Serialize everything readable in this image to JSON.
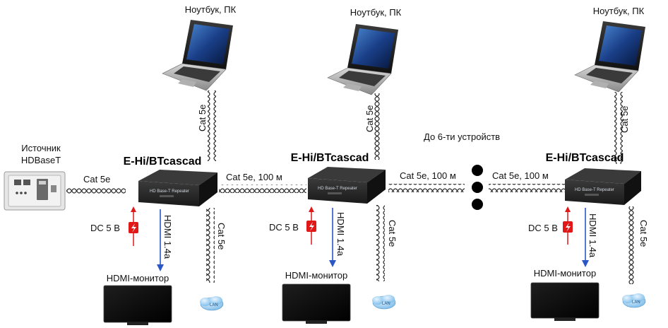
{
  "source": {
    "line1": "Источник",
    "line2": "HDBaseT"
  },
  "units": [
    {
      "title": "E-Hi/BTcascad",
      "laptop_label": "Ноутбук, ПК",
      "uplink_cable": "Cat 5e",
      "dc_label": "DC 5 В",
      "hdmi_label": "HDMI 1.4a",
      "monitor_label": "HDMI-монитор",
      "lan_cable": "Cat 5e",
      "lan_label": "LAN",
      "device_label": "HD Base-T Repeater"
    },
    {
      "title": "E-Hi/BTcascad",
      "laptop_label": "Ноутбук, ПК",
      "uplink_cable": "Cat 5e",
      "dc_label": "DC 5 В",
      "hdmi_label": "HDMI 1.4a",
      "monitor_label": "HDMI-монитор",
      "lan_cable": "Cat 5e",
      "lan_label": "LAN",
      "device_label": "HD Base-T Repeater"
    },
    {
      "title": "E-Hi/BTcascad",
      "laptop_label": "Ноутбук, ПК",
      "uplink_cable": "Cat 5e",
      "dc_label": "DC 5 В",
      "hdmi_label": "HDMI 1.4a",
      "monitor_label": "HDMI-монитор",
      "lan_cable": "Cat 5e",
      "lan_label": "LAN",
      "device_label": "HD Base-T Repeater"
    }
  ],
  "links": {
    "source_to_first": "Cat 5e",
    "first_to_second": "Cat 5e, 100 м",
    "second_to_dots": "Cat 5e, 100 м",
    "dots_to_last": "Cat 5e, 100 м"
  },
  "cascade_note": "До 6-ти устройств",
  "colors": {
    "hdmi_arrow": "#2a56c6",
    "power_arrow": "#e01818",
    "lan_cloud": "#8fc8ef",
    "device_body": "#1d1d1d"
  }
}
